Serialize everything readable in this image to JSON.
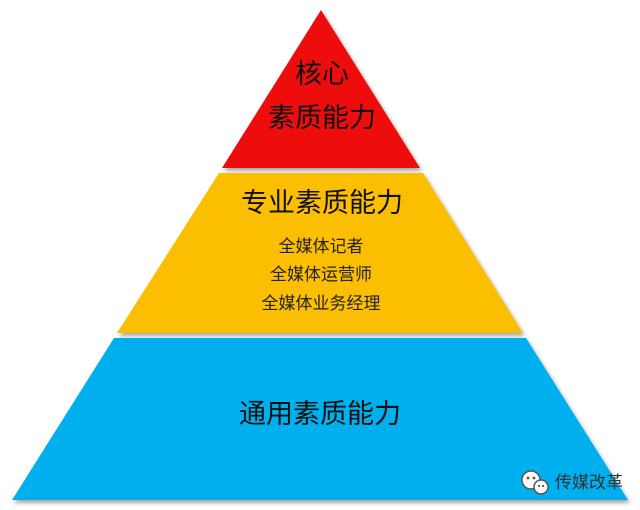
{
  "pyramid": {
    "tiers": [
      {
        "id": "core",
        "color": "#ee1111",
        "title_lines": [
          "核心",
          "素质能力"
        ],
        "sub_items": []
      },
      {
        "id": "professional",
        "color": "#fbbe00",
        "title_lines": [
          "专业素质能力"
        ],
        "sub_items": [
          "全媒体记者",
          "全媒体运营师",
          "全媒体业务经理"
        ]
      },
      {
        "id": "general",
        "color": "#00b0ee",
        "title_lines": [
          "通用素质能力"
        ],
        "sub_items": []
      }
    ]
  },
  "watermark": {
    "icon": "wechat-icon",
    "text": "传媒改革"
  }
}
